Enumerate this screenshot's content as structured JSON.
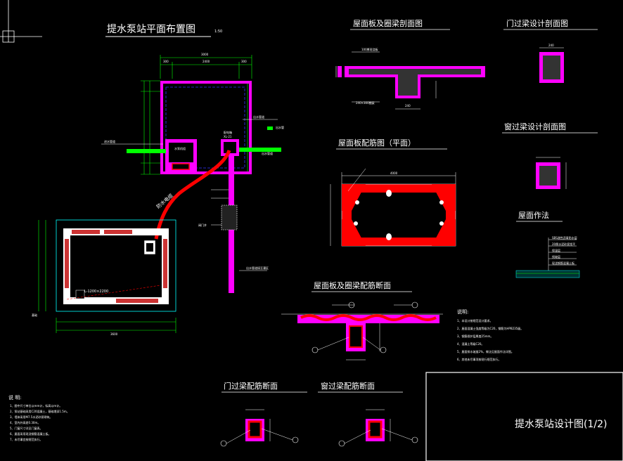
{
  "titles": {
    "main_plan": "提水泵站平面布置图",
    "main_plan_scale": "1:50",
    "roof_beam_section": "屋面板及圈梁剖面图",
    "door_lintel_section": "门过梁设计剖面图",
    "window_lintel_section": "窗过梁设计剖面图",
    "roof_rebar_plan": "屋面板配筋图（平面）",
    "roof_method": "屋面作法",
    "roof_beam_rebar_section": "屋面板及圈梁配筋断面",
    "door_lintel_rebar": "门过梁配筋断面",
    "window_lintel_rebar": "窗过梁配筋断面"
  },
  "labels": {
    "cable": "防水电缆",
    "wall_note": "L-1200×2200"
  },
  "notes_right": {
    "heading": "说明:",
    "lines": [
      "1、本设计按规范设计要求。",
      "2、屋面混凝土强度等级为C20，钢筋为HPB235级。",
      "3、钢筋保护层厚度25mm。",
      "4、混凝土等级C20。",
      "5、屋面排水坡度2%，做法见屋面作法详图。",
      "6、其他未尽事项按现行规范执行。"
    ]
  },
  "notes_left": {
    "heading": "说 明:",
    "lines": [
      "1、图中尺寸单位以mm计，标高以m计。",
      "2、泵站基础采用C20混凝土，基础埋深1.5m。",
      "3、墙体采用M7.5水泥砂浆砌筑。",
      "4、室内外高差0.30m。",
      "5、门窗尺寸详见门窗表。",
      "6、屋面采用现浇钢筋混凝土板。",
      "7、未尽事宜按规范执行。"
    ]
  },
  "title_block": {
    "text": "提水泵站设计图(1/2)"
  },
  "dims": {
    "plan_total": "3000",
    "plan_a": "300",
    "plan_b": "2400",
    "plan_c": "300",
    "base_total": "3600",
    "rebar_len": "4000",
    "lintel_w": "240"
  },
  "colors": {
    "magenta": "#ff00ff",
    "red": "#ff0000",
    "green": "#00ff00",
    "cyan": "#00ffff",
    "white": "#ffffff",
    "blue": "#3333ff"
  }
}
